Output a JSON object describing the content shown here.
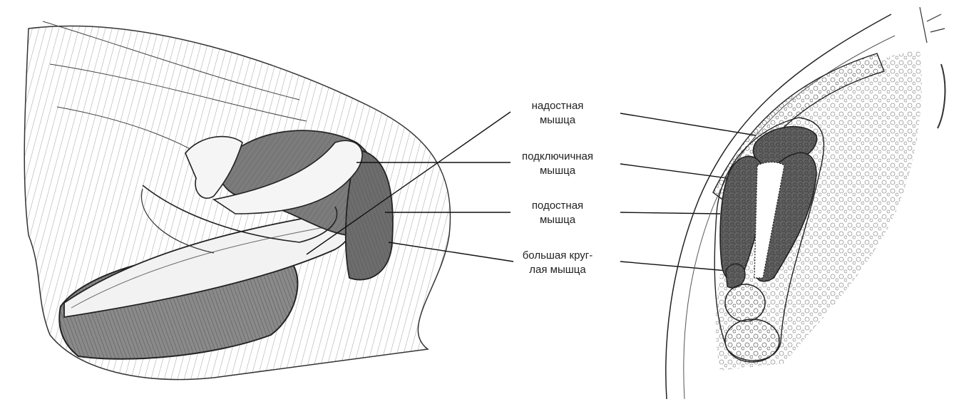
{
  "labels": [
    "надостная\nмышца",
    "подключичная\nмышца",
    "подостная\nмышца",
    "большая круг-\nлая мышца"
  ],
  "colors": {
    "ink": "#2b2b2b",
    "muscle": "#6b6b6b",
    "muscle_dark": "#4a4a4a",
    "paper": "#ffffff"
  }
}
